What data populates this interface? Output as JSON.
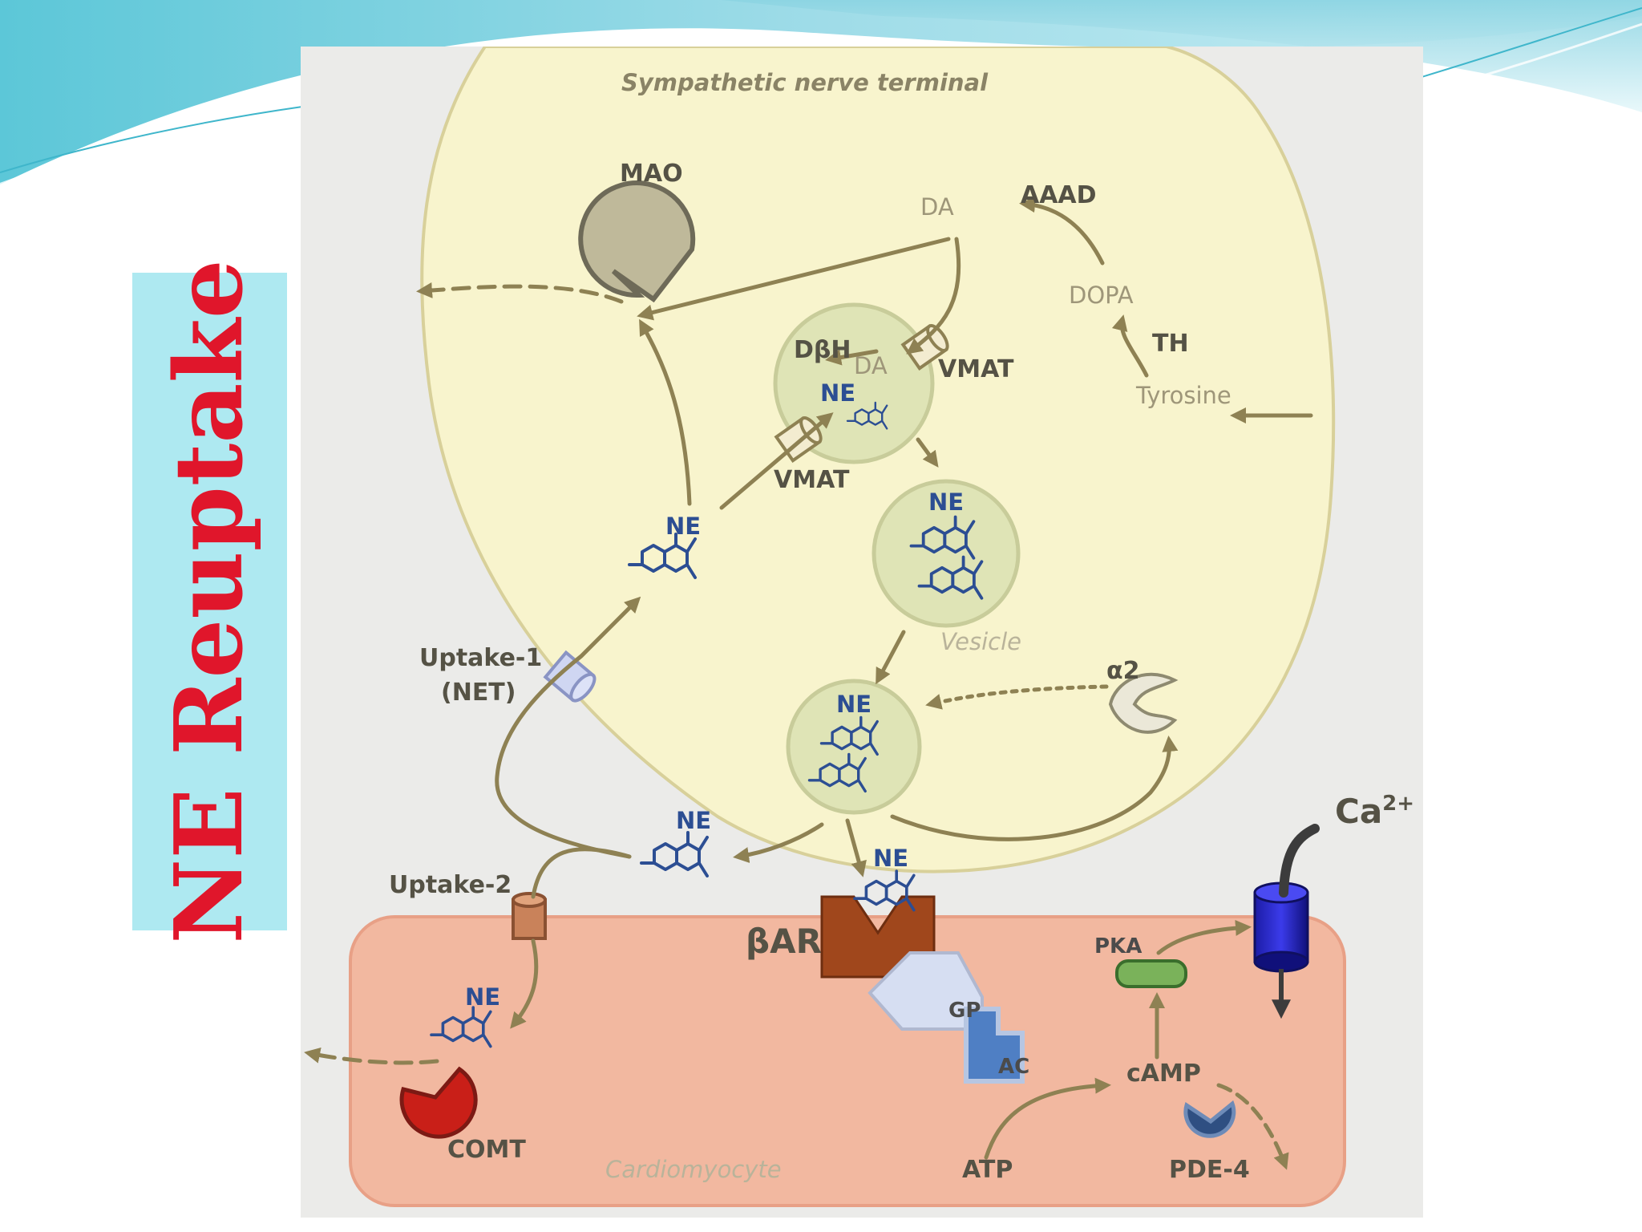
{
  "slide": {
    "title": "NE Reuptake",
    "colors": {
      "title_text": "#e0162b",
      "title_box": "#aee9f1",
      "terminal_fill": "#f8f4cd",
      "cell_fill": "#f2b8a0",
      "molecule": "#2c4e93",
      "arrow": "#8e8153"
    }
  },
  "figure": {
    "labels": {
      "terminal": "Sympathetic nerve terminal",
      "mao": "MAO",
      "da_top": "DA",
      "aaad": "AAAD",
      "dopa": "DOPA",
      "th": "TH",
      "tyrosine": "Tyrosine",
      "dbh": "DβH",
      "da_vesicle": "DA",
      "ne_vesicle": "NE",
      "vmat_right": "VMAT",
      "vmat_left": "VMAT",
      "ne_cyto": "NE",
      "ne_vesicle2": "NE",
      "vesicle": "Vesicle",
      "uptake1_line1": "Uptake-1",
      "uptake1_line2": "(NET)",
      "alpha2": "α2",
      "ne_vesicle3": "NE",
      "ne_cleft": "NE",
      "ne_receptor": "NE",
      "uptake2": "Uptake-2",
      "ca": "Ca",
      "ca_charge": "2+",
      "bar": "βAR",
      "pka": "PKA",
      "gp": "GP",
      "ac": "AC",
      "ne_comt": "NE",
      "camp": "cAMP",
      "comt": "COMT",
      "cardiomyocyte": "Cardiomyocyte",
      "atp": "ATP",
      "pde4": "PDE-4"
    }
  }
}
